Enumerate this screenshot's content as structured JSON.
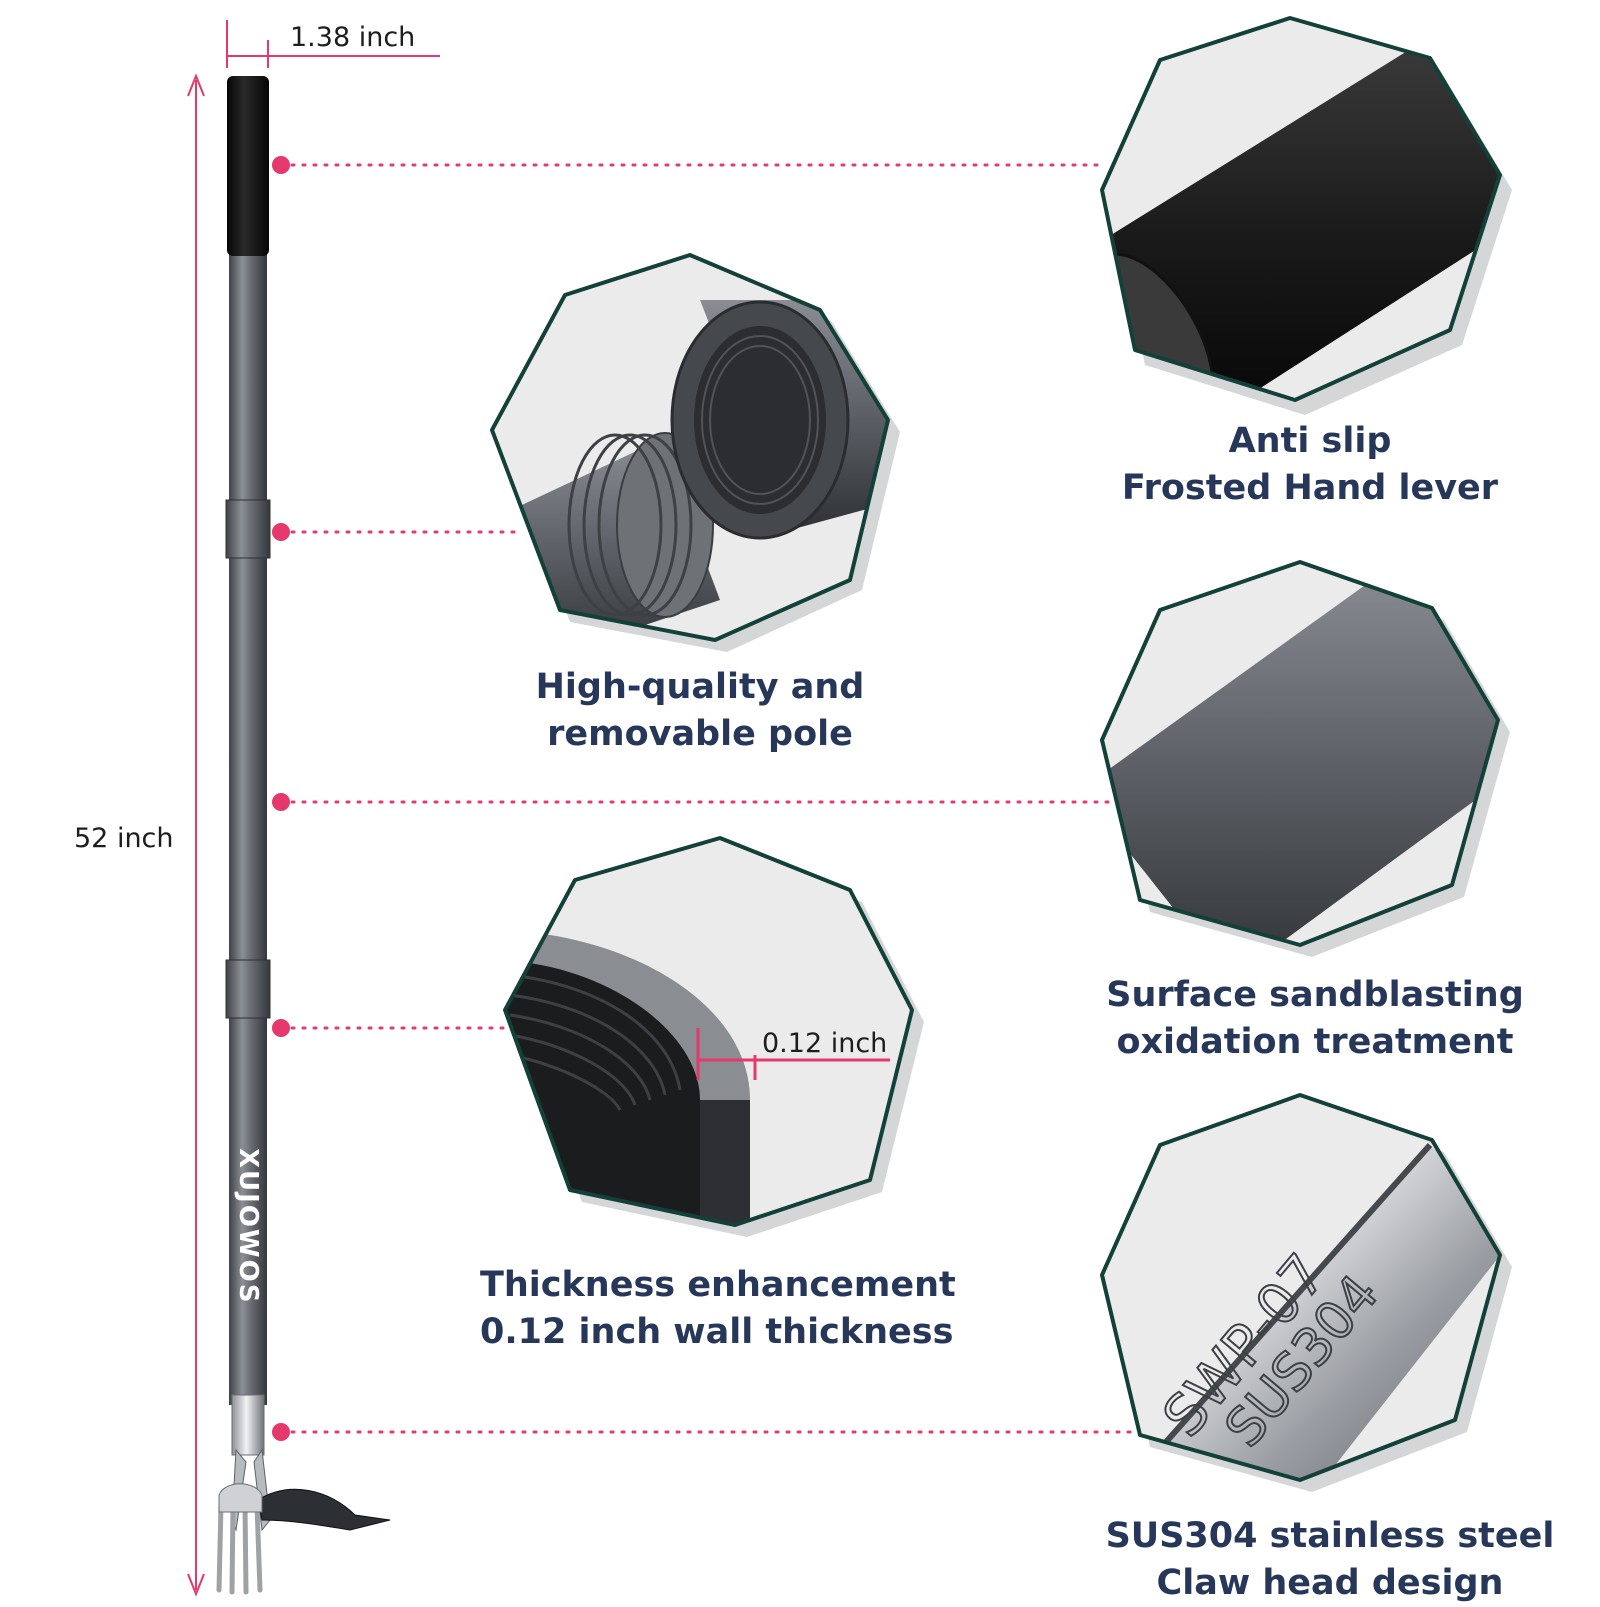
{
  "dimensions": {
    "width_label": "1.38 inch",
    "length_label": "52 inch",
    "wall_label": "0.12 inch"
  },
  "brand": "XUJOWOS",
  "head_engraving": {
    "line1": "SWP-07",
    "line2": "SUS304"
  },
  "features": [
    {
      "line1": "Anti slip",
      "line2": "Frosted Hand lever"
    },
    {
      "line1": "High-quality and",
      "line2": "removable pole"
    },
    {
      "line1": "Surface sandblasting",
      "line2": "oxidation treatment"
    },
    {
      "line1": "Thickness enhancement",
      "line2": "0.12 inch wall thickness"
    },
    {
      "line1": "SUS304 stainless steel",
      "line2": "Claw head design"
    }
  ],
  "colors": {
    "accent": "#e5386d",
    "caption": "#27375a",
    "frame": "#14403a"
  }
}
